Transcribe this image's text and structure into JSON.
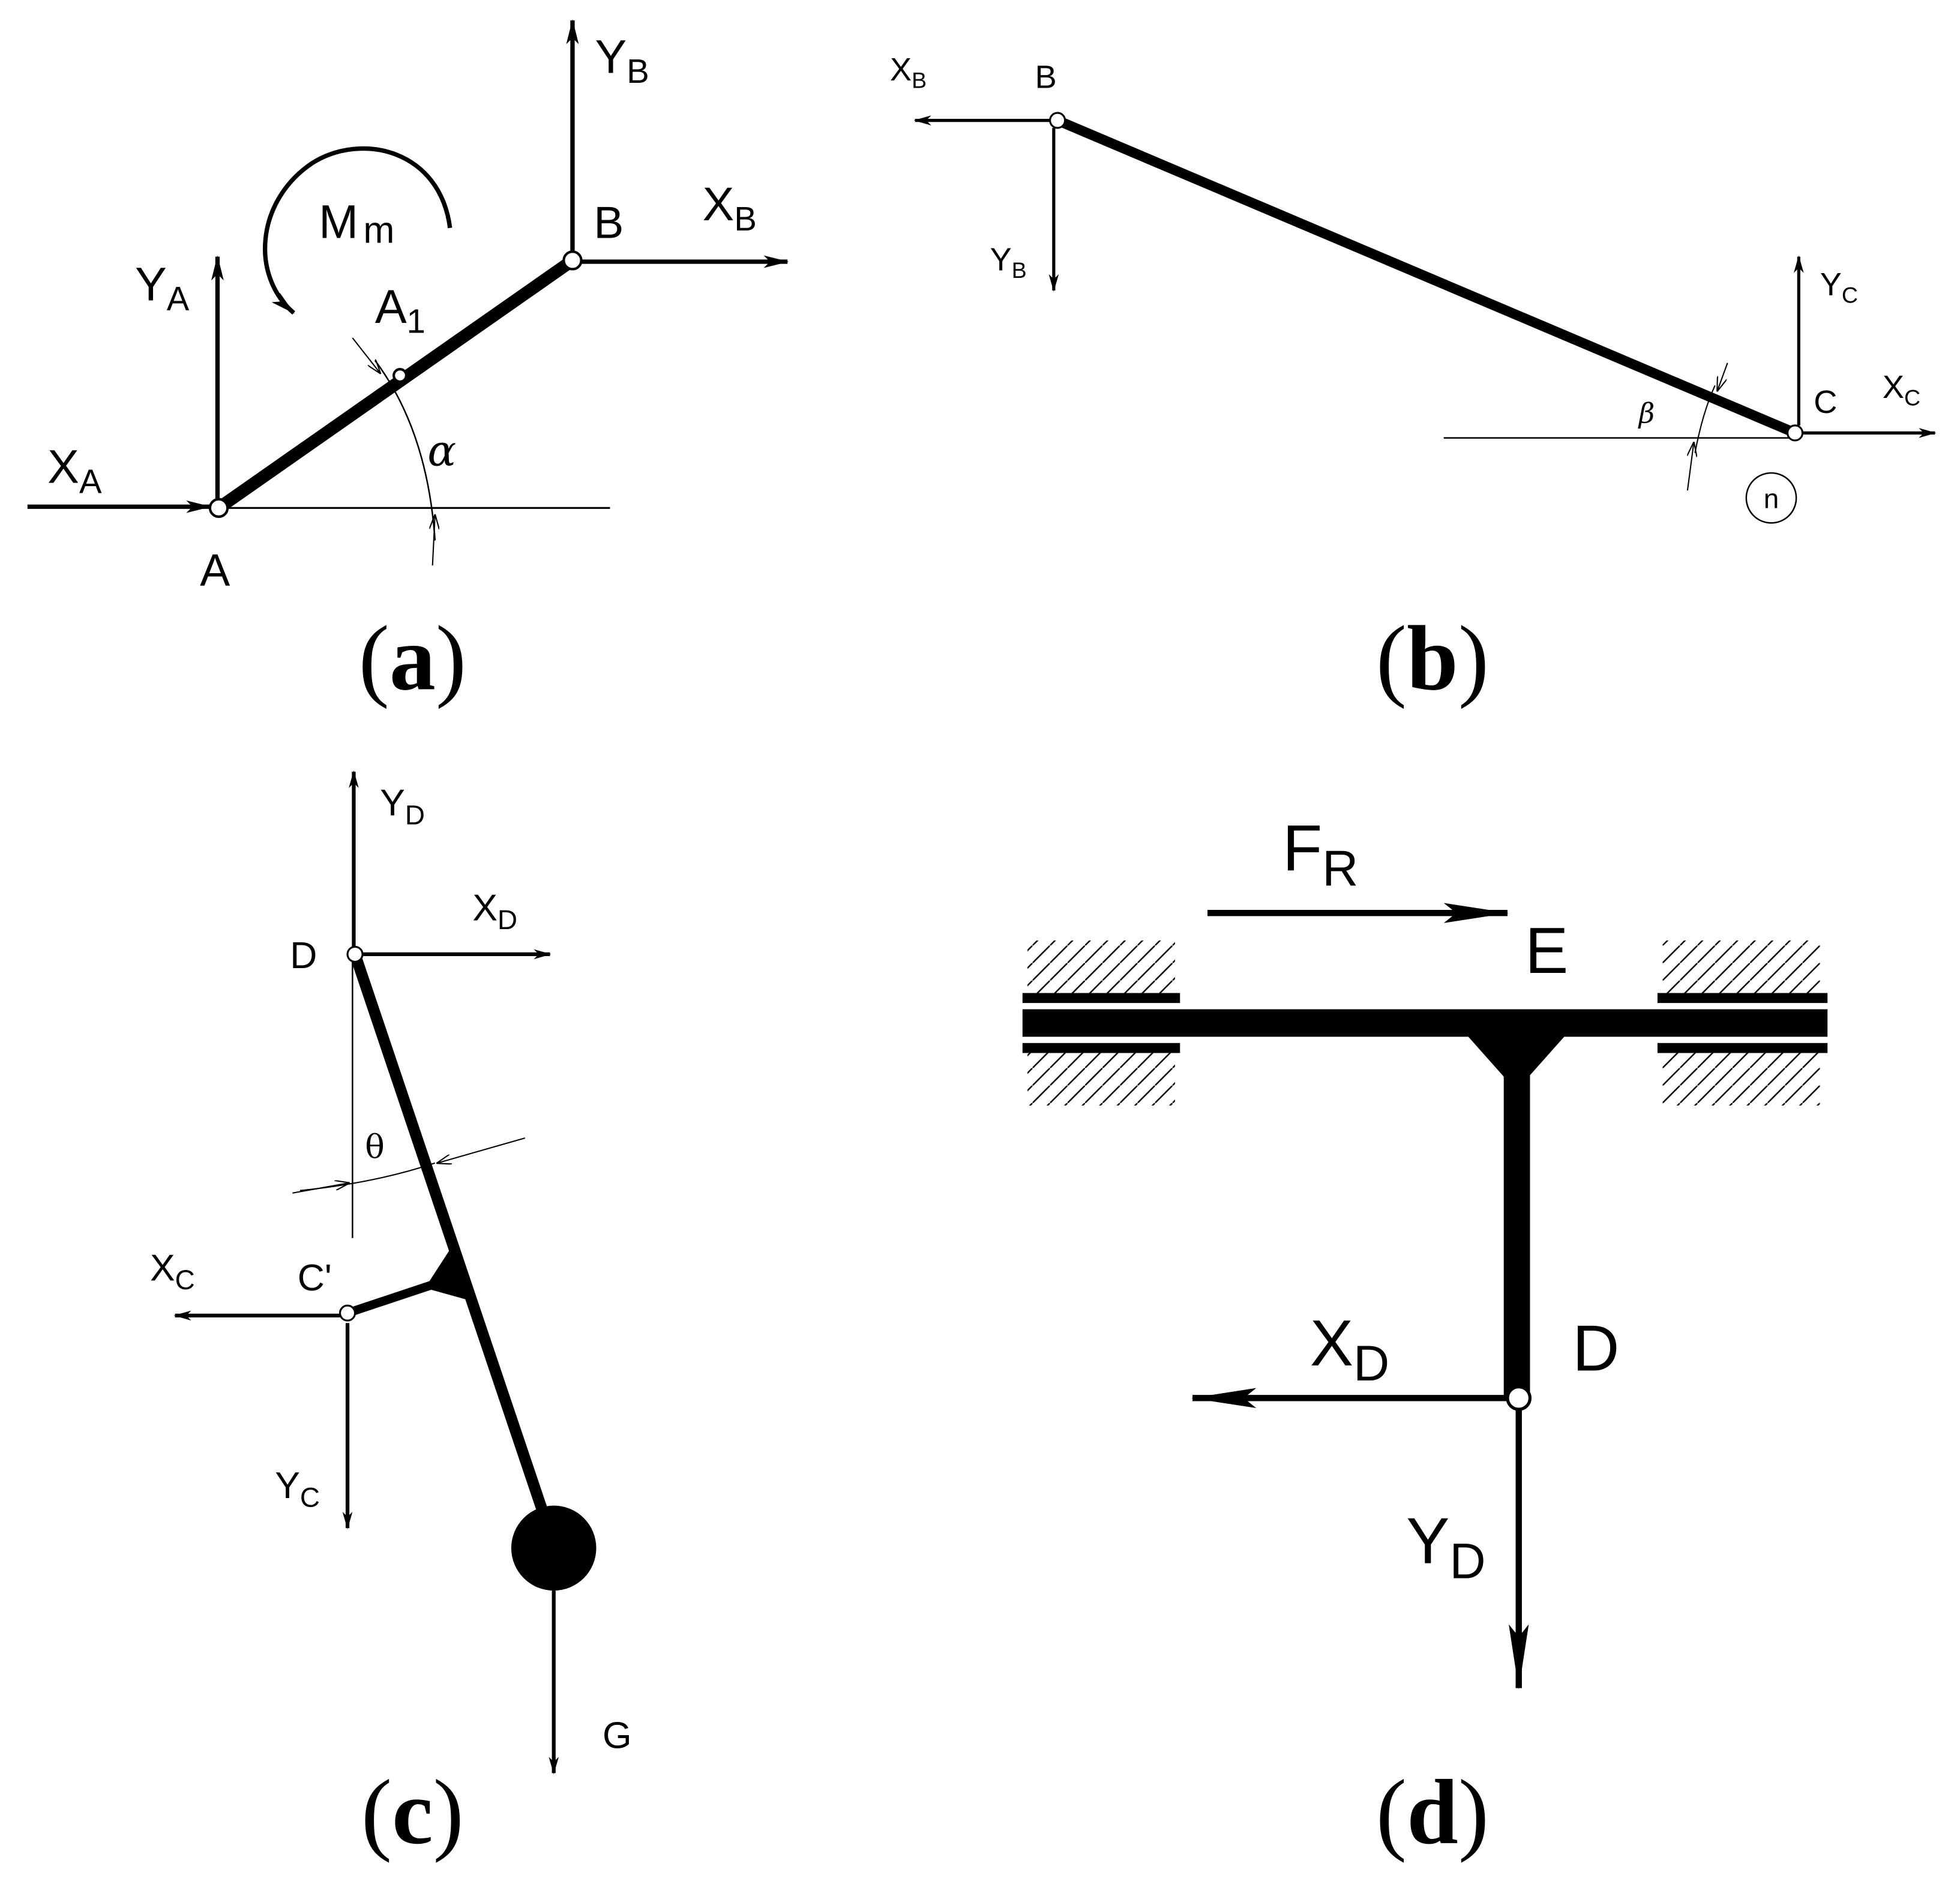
{
  "panels": {
    "a": {
      "caption_open": "(",
      "caption_letter": "a",
      "caption_close": ")",
      "labels": {
        "X_A": "X",
        "X_A_sub": "A",
        "Y_A": "Y",
        "Y_A_sub": "A",
        "X_B": "X",
        "X_B_sub": "B",
        "Y_B": "Y",
        "Y_B_sub": "B",
        "M": "M",
        "M_sub": "m",
        "A1": "A",
        "A1_sub": "1",
        "A": "A",
        "B": "B",
        "alpha": "α"
      }
    },
    "b": {
      "caption_open": "(",
      "caption_letter": "b",
      "caption_close": ")",
      "labels": {
        "X_B": "X",
        "X_B_sub": "B",
        "Y_B": "Y",
        "Y_B_sub": "B",
        "X_C": "X",
        "X_C_sub": "C",
        "Y_C": "Y",
        "Y_C_sub": "C",
        "B": "B",
        "C": "C",
        "beta": "β",
        "n": "n"
      }
    },
    "c": {
      "caption_open": "(",
      "caption_letter": "c",
      "caption_close": ")",
      "labels": {
        "Y_D": "Y",
        "Y_D_sub": "D",
        "X_D": "X",
        "X_D_sub": "D",
        "X_C": "X",
        "X_C_sub": "C",
        "Y_C": "Y",
        "Y_C_sub": "C",
        "D": "D",
        "C_prime": "C'",
        "theta": "θ",
        "G": "G"
      }
    },
    "d": {
      "caption_open": "(",
      "caption_letter": "d",
      "caption_close": ")",
      "labels": {
        "F_R": "F",
        "F_R_sub": "R",
        "E": "E",
        "X_D": "X",
        "X_D_sub": "D",
        "Y_D": "Y",
        "Y_D_sub": "D",
        "D": "D"
      }
    }
  }
}
